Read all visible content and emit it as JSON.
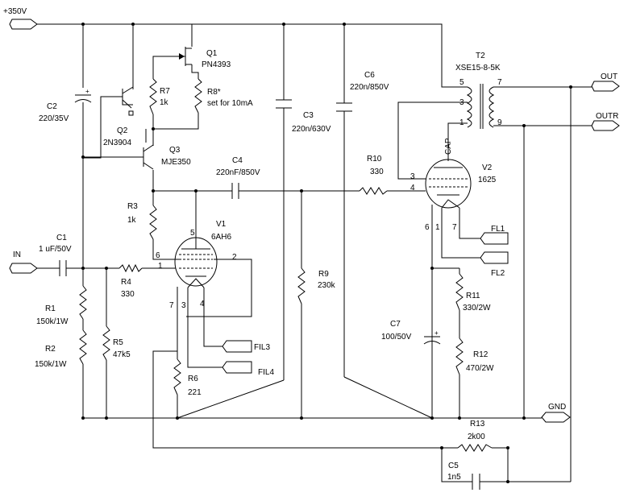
{
  "ports": {
    "v350": "+350V",
    "in": "IN",
    "out": "OUT",
    "outr": "OUTR",
    "gnd": "GND",
    "fl1": "FL1",
    "fl2": "FL2",
    "fl3": "FIL3",
    "fl4": "FIL4"
  },
  "components": {
    "q1": {
      "ref": "Q1",
      "value": "PN4393"
    },
    "q2": {
      "ref": "Q2",
      "value": "2N3904"
    },
    "q3": {
      "ref": "Q3",
      "value": "MJE350"
    },
    "r7": {
      "ref": "R7",
      "value": "1k"
    },
    "r8": {
      "ref": "R8*",
      "value": "set for 10mA"
    },
    "c2": {
      "ref": "C2",
      "value": "220/35V"
    },
    "c6": {
      "ref": "C6",
      "value": "220n/850V"
    },
    "c3": {
      "ref": "C3",
      "value": "220n/630V"
    },
    "c4": {
      "ref": "C4",
      "value": "220nF/850V"
    },
    "t2": {
      "ref": "T2",
      "value": "XSE15-8-5K"
    },
    "r10": {
      "ref": "R10",
      "value": "330"
    },
    "v2": {
      "ref": "V2",
      "value": "1625",
      "cap": "CAP"
    },
    "r3": {
      "ref": "R3",
      "value": "1k"
    },
    "v1": {
      "ref": "V1",
      "value": "6AH6"
    },
    "c1": {
      "ref": "C1",
      "value": "1 uF/50V"
    },
    "r4": {
      "ref": "R4",
      "value": "330"
    },
    "r9": {
      "ref": "R9",
      "value": "230k"
    },
    "r1": {
      "ref": "R1",
      "value": "150k/1W"
    },
    "r2": {
      "ref": "R2",
      "value": "150k/1W"
    },
    "r5": {
      "ref": "R5",
      "value": "47k5"
    },
    "r6": {
      "ref": "R6",
      "value": "221"
    },
    "c7": {
      "ref": "C7",
      "value": "100/50V"
    },
    "r11": {
      "ref": "R11",
      "value": "330/2W"
    },
    "r12": {
      "ref": "R12",
      "value": "470/2W"
    },
    "r13": {
      "ref": "R13",
      "value": "2k00"
    },
    "c5": {
      "ref": "C5",
      "value": "1n5"
    }
  },
  "pins": {
    "t2_5": "5",
    "t2_7": "7",
    "t2_3": "3",
    "t2_1": "1",
    "t2_9": "9",
    "v1_5": "5",
    "v1_6": "6",
    "v1_1": "1",
    "v1_2": "2",
    "v1_7": "7",
    "v1_3": "3",
    "v1_4": "4",
    "v2_3": "3",
    "v2_4": "4",
    "v2_6": "6",
    "v2_1": "1",
    "v2_7": "7"
  }
}
